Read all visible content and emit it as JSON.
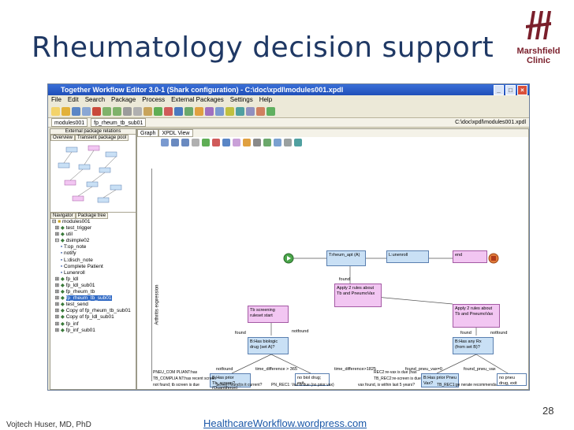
{
  "slide": {
    "title": "Rheumatology decision support",
    "author": "Vojtech Huser, MD, PhD",
    "link": "HealthcareWorkflow.wordpress.com",
    "page_number": "28",
    "logo_line1": "Marshfield",
    "logo_line2": "Clinic"
  },
  "window": {
    "title": "Together Workflow Editor 3.0-1 (Shark configuration) - C:\\doc\\xpdl\\modules001.xpdl",
    "menus": [
      "File",
      "Edit",
      "Search",
      "Package",
      "Process",
      "External Packages",
      "Settings",
      "Help"
    ],
    "doc_tabs": [
      "modules001",
      "fp_rheum_tb_sub01"
    ],
    "doc_path": "C:\\doc\\xpdl\\modules001.xpdl"
  },
  "left_panel": {
    "external_tab": "External package relations",
    "tabs": [
      "Overview",
      "Transient package pool"
    ],
    "nav_tabs": [
      "Navigator",
      "Package tree"
    ],
    "tree": [
      "modules001",
      "test_trigger",
      "util",
      "dsimple02",
      "T:op_note",
      "notify",
      "L:disch_note",
      "Complete Patient",
      "Lunenroll",
      "fp_ldl",
      "fp_ldl_sub01",
      "fp_rheum_tb",
      "fp_rheum_tb_sub01",
      "test_send",
      "Copy of fp_rheum_tb_sub01",
      "Copy of fp_ldl_sub01",
      "fp_inf",
      "fp_inf_sub01"
    ],
    "selected": "fp_rheum_tb_sub01"
  },
  "graph": {
    "tabs": [
      "Graph",
      "XPDL View"
    ],
    "lane_label": "Arthritis expression",
    "nodes": {
      "trheum": "T:rheum_apt (A)",
      "lunenroll": "L:unenroll",
      "end": "end",
      "apply1": "Apply 2 rules about Tb and PneumoVax",
      "apply2": "Apply 2 rules about Tb and PneumoVax",
      "tbscreen": "Tb screening ruleset start",
      "bhasbio": "B:Has biologic drug (set A)?",
      "nobiol": "no biol drug; exit",
      "bhasrx": "B:Has any Rx (from set B)?",
      "nopneu": "no pneu drug, exit",
      "bhastb": "B:Has prior Tb_screen? (Quantiferon)",
      "bhaspneu": "B:Has prior Pneu Vax?",
      "notfound": "not found; tb screen is due",
      "screenfound": "Screen found;is it current?",
      "pnrec1": "PN_REC1: Vax is due (no prior vax)",
      "vaxfound": "vax found, is within last 5 years?",
      "tbrec1": "TB_REC1:ge nerate recommenda",
      "tbcomplia": "TB_COMPLIA NT:has recent screen",
      "tbrec2": "TB_REC2:re-screen is due",
      "pneucomp": "PNEU_COM PLIANT:has",
      "rec2": "REC2:re-vax is due (has"
    },
    "edges": {
      "found1": "found",
      "notfound1": "notfound",
      "found2": "found",
      "notfound2": "notfound",
      "notfound3": "notfound",
      "found3": "found",
      "found_pneu": "found_pneu_vax",
      "found_pneu0": "found_pneu_vax=0",
      "timediff1": "time_difference > 365",
      "timediff2": "time_difference>1825"
    }
  },
  "colors": {
    "title": "#1f3864",
    "node_blue": "#c9e0f5",
    "node_pink": "#f2c6f2",
    "logo": "#7a1f2b"
  }
}
